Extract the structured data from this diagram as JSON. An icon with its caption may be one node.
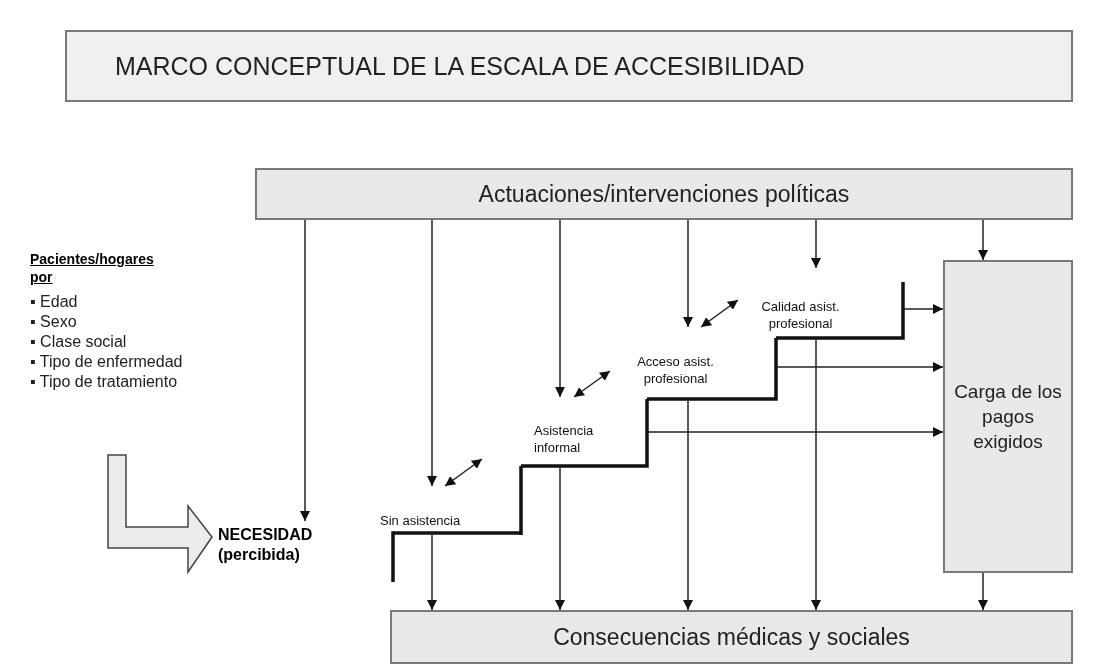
{
  "diagram": {
    "nodes": [
      {
        "text": [
          "MARCO CONCEPTUAL DE LA ESCALA DE ACCESIBILIDAD"
        ]
      },
      {
        "text": [
          "Actuaciones/intervenciones políticas"
        ]
      },
      {
        "text": [
          "Pacientes/hogares por",
          "▪ Edad",
          "▪ Sexo",
          "▪ Clase social",
          "▪ Tipo de enfermedad",
          "▪ Tipo de tratamiento"
        ]
      },
      {
        "text": [
          "NECESIDAD (percibida)"
        ]
      },
      {
        "text": [
          "Sin asistencia"
        ]
      },
      {
        "text": [
          "Asistencia informal"
        ]
      },
      {
        "text": [
          "Acceso asist. profesional"
        ]
      },
      {
        "text": [
          "Calidad asist. profesional"
        ]
      },
      {
        "text": [
          "Carga de los pagos exigidos"
        ]
      },
      {
        "text": [
          "Consecuencias médicas y sociales"
        ]
      }
    ],
    "edges": [
      {
        "from": 1,
        "to": 3,
        "arrow": "to"
      },
      {
        "from": 1,
        "to": 4,
        "arrow": "to"
      },
      {
        "from": 1,
        "to": 5,
        "arrow": "to"
      },
      {
        "from": 1,
        "to": 6,
        "arrow": "to"
      },
      {
        "from": 1,
        "to": 7,
        "arrow": "to"
      },
      {
        "from": 1,
        "to": 8,
        "arrow": "to"
      },
      {
        "from": 2,
        "to": 3,
        "arrow": "to",
        "style": "thick"
      },
      {
        "from": 4,
        "to": 5,
        "arrow": "both"
      },
      {
        "from": 5,
        "to": 6,
        "arrow": "both"
      },
      {
        "from": 6,
        "to": 7,
        "arrow": "both"
      },
      {
        "from": 7,
        "to": 8,
        "arrow": "to"
      },
      {
        "from": 6,
        "to": 8,
        "arrow": "to"
      },
      {
        "from": 5,
        "to": 8,
        "arrow": "to"
      },
      {
        "from": 4,
        "to": 9,
        "arrow": "to"
      },
      {
        "from": 5,
        "to": 9,
        "arrow": "to"
      },
      {
        "from": 6,
        "to": 9,
        "arrow": "to"
      },
      {
        "from": 7,
        "to": 9,
        "arrow": "to"
      },
      {
        "from": 8,
        "to": 9,
        "arrow": "to"
      }
    ]
  }
}
